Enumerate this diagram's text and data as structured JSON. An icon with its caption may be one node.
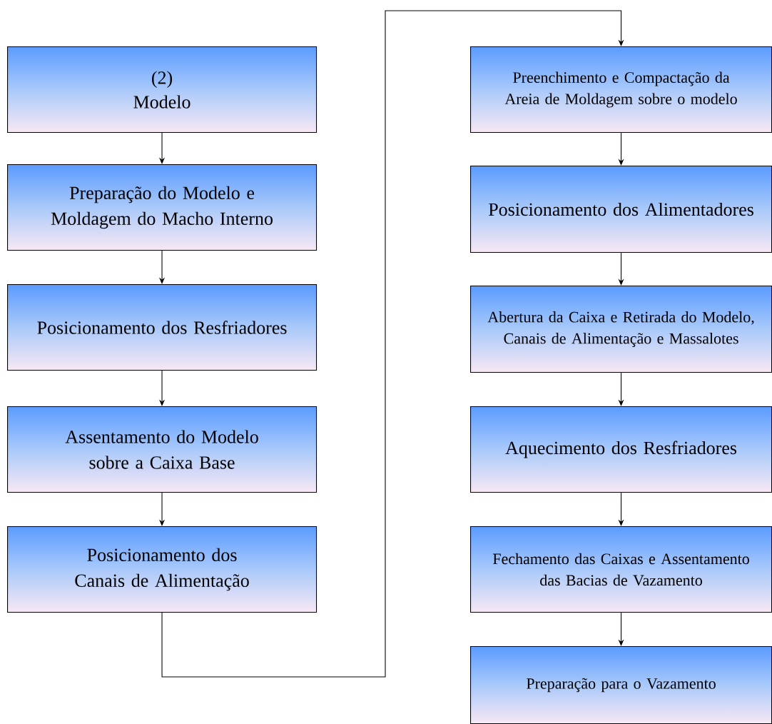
{
  "diagram": {
    "nodes": [
      {
        "text": [
          "(2)",
          "Modelo"
        ]
      },
      {
        "text": [
          "Preparação do Modelo e Moldagem do Macho Interno"
        ]
      },
      {
        "text": [
          "Posicionamento dos Resfriadores"
        ]
      },
      {
        "text": [
          "Assentamento do Modelo sobre a Caixa Base"
        ]
      },
      {
        "text": [
          "Posicionamento dos Canais de Alimentação"
        ]
      },
      {
        "text": [
          "Preenchimento e Compactação da Areia de Moldagem sobre o modelo"
        ]
      },
      {
        "text": [
          "Posicionamento dos Alimentadores"
        ]
      },
      {
        "text": [
          "Abertura da Caixa e Retirada do Modelo, Canais de Alimentação e Massalotes"
        ]
      },
      {
        "text": [
          "Aquecimento dos Resfriadores"
        ]
      },
      {
        "text": [
          "Fechamento das Caixas e Assentamento das Bacias de Vazamento"
        ]
      },
      {
        "text": [
          "Preparação para o Vazamento"
        ]
      }
    ],
    "edges": [
      {
        "from": 0,
        "to": 1,
        "arrow": "to"
      },
      {
        "from": 1,
        "to": 2,
        "arrow": "to"
      },
      {
        "from": 2,
        "to": 3,
        "arrow": "to"
      },
      {
        "from": 3,
        "to": 4,
        "arrow": "to"
      },
      {
        "from": 4,
        "to": 5,
        "arrow": "to"
      },
      {
        "from": 5,
        "to": 6,
        "arrow": "to"
      },
      {
        "from": 6,
        "to": 7,
        "arrow": "to"
      },
      {
        "from": 7,
        "to": 8,
        "arrow": "to"
      },
      {
        "from": 8,
        "to": 9,
        "arrow": "to"
      },
      {
        "from": 9,
        "to": 10,
        "arrow": "to"
      }
    ]
  }
}
